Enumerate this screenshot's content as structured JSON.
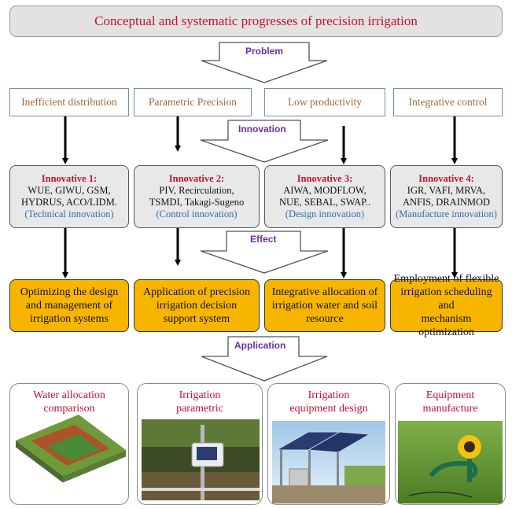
{
  "title": "Conceptual and systematic progresses of precision irrigation",
  "stages": {
    "problem": "Problem",
    "innovation": "Innovation",
    "effect": "Effect",
    "application": "Application"
  },
  "categories": [
    "Inefficient distribution",
    "Parametric Precision",
    "Low productivity",
    "Integrative control"
  ],
  "innovations": [
    {
      "heading": "Innovative 1:",
      "lines": [
        "WUE, GIWU, GSM,",
        "HYDRUS, ACO/LIDM."
      ],
      "sub": "(Technical innovation)"
    },
    {
      "heading": "Innovative 2:",
      "lines": [
        "PIV, Recirculation,",
        "TSMDI, Takagi-Sugeno"
      ],
      "sub": "(Control innovation)"
    },
    {
      "heading": "Innovative 3:",
      "lines": [
        "AIWA, MODFLOW,",
        "NUE, SEBAL, SWAP.."
      ],
      "sub": "(Design innovation)"
    },
    {
      "heading": "Innovative 4:",
      "lines": [
        "IGR, VAFI, MRVA,",
        "ANFIS, DRAINMOD"
      ],
      "sub": "(Manufacture innovation)"
    }
  ],
  "effects": [
    [
      "Optimizing the design",
      "and management of",
      "irrigation systems"
    ],
    [
      "Application of precision",
      "irrigation decision",
      "support system"
    ],
    [
      "Integrative allocation of",
      "irrigation water and soil",
      "resource"
    ],
    [
      "Employment of flexible",
      "irrigation scheduling and",
      "mechanism optimization"
    ]
  ],
  "applications": [
    [
      "Water allocation",
      "comparison"
    ],
    [
      "Irrigation",
      "parametric"
    ],
    [
      "Irrigation",
      "equipment design"
    ],
    [
      "Equipment",
      "manufacture"
    ]
  ],
  "colors": {
    "title_text": "#c8102e",
    "category_text": "#a0693a",
    "stage_label": "#6a2ea3",
    "innovation_sub": "#2f6db5",
    "effect_fill": "#f7b500"
  }
}
